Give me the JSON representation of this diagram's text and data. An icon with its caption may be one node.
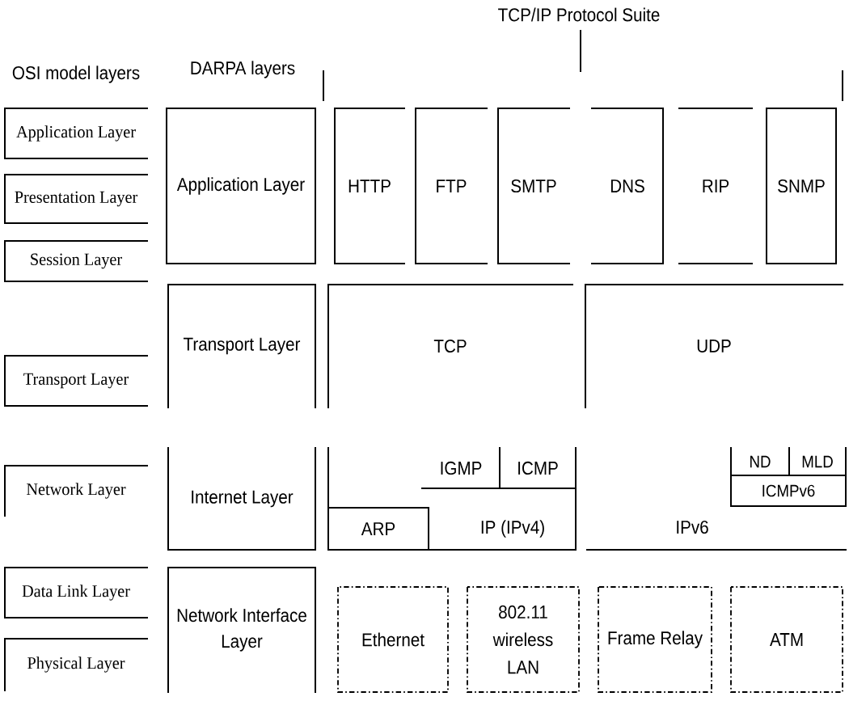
{
  "diagram": {
    "nodes": [
      {
        "text": [
          "Application Layer"
        ]
      },
      {
        "text": [
          "Presentation Layer"
        ]
      },
      {
        "text": [
          "Session Layer"
        ]
      },
      {
        "text": [
          "Application Layer"
        ]
      },
      {
        "text": [
          "HTTP"
        ]
      },
      {
        "text": [
          "FTP"
        ]
      },
      {
        "text": [
          "SMTP"
        ]
      },
      {
        "text": [
          "DNS"
        ]
      },
      {
        "text": [
          "RIP"
        ]
      },
      {
        "text": [
          "SNMP"
        ]
      },
      {
        "text": [
          "Transport Layer"
        ]
      },
      {
        "text": [
          "Transport Layer"
        ]
      },
      {
        "text": [
          "TCP"
        ]
      },
      {
        "text": [
          "UDP"
        ]
      },
      {
        "text": [
          "Network Layer"
        ]
      },
      {
        "text": [
          "Internet Layer"
        ]
      },
      {
        "text": [
          "IP (IPv4)"
        ]
      },
      {
        "text": [
          "IGMP"
        ],
        "in": 16
      },
      {
        "text": [
          "ICMP"
        ],
        "in": 16
      },
      {
        "text": [
          "ARP"
        ],
        "in": 16
      },
      {
        "text": [
          "IPv6"
        ]
      },
      {
        "text": [
          "ND"
        ]
      },
      {
        "text": [
          "MLD"
        ]
      },
      {
        "text": [
          "ICMPv6"
        ]
      },
      {
        "text": [
          "Data Link Layer"
        ]
      },
      {
        "text": [
          "Physical Layer"
        ]
      },
      {
        "text": [
          "Network Interface Layer"
        ]
      },
      {
        "text": [
          "Ethernet"
        ]
      },
      {
        "text": [
          "802.11 wireless LAN"
        ]
      },
      {
        "text": [
          "Frame Relay"
        ]
      },
      {
        "text": [
          "ATM"
        ]
      }
    ],
    "labels": [
      "TCP/IP Protocol Suite",
      "OSI model layers",
      "DARPA layers"
    ]
  }
}
